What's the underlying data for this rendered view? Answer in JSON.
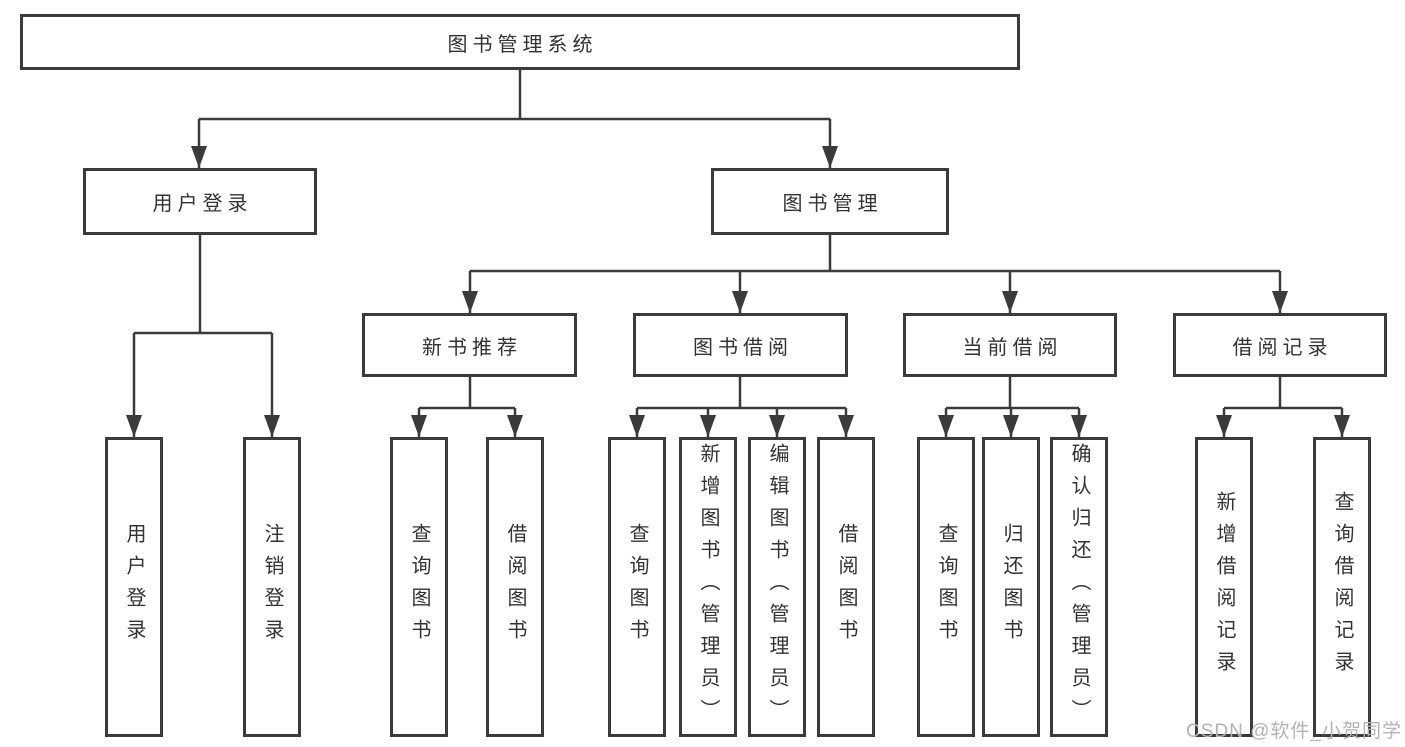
{
  "tree": {
    "root": "图书管理系统",
    "branches": [
      {
        "label": "用户登录",
        "children": [
          "用户登录",
          "注销登录"
        ]
      },
      {
        "label": "图书管理",
        "sections": [
          {
            "label": "新书推荐",
            "children": [
              "查询图书",
              "借阅图书"
            ]
          },
          {
            "label": "图书借阅",
            "children": [
              "查询图书",
              "新增图书（管理员）",
              "编辑图书（管理员）",
              "借阅图书"
            ]
          },
          {
            "label": "当前借阅",
            "children": [
              "查询图书",
              "归还图书",
              "确认归还（管理员）"
            ]
          },
          {
            "label": "借阅记录",
            "children": [
              "新增借阅记录",
              "查询借阅记录"
            ]
          }
        ]
      }
    ]
  },
  "watermark": "CSDN @软件_小贺同学",
  "colors": {
    "line": "#3b3b3b",
    "box_border": "#3b3b3b",
    "text": "#333333",
    "watermark_text": "#b3b3b3",
    "background": "#ffffff"
  }
}
